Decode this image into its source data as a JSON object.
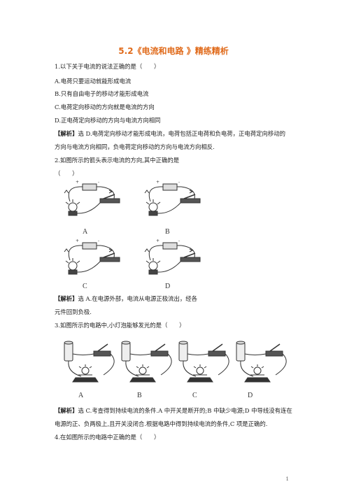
{
  "title": "5.2《电流和电路 》精练精析",
  "q1": {
    "stem": "1.以下关于电流的说法正确的是（　　）",
    "options": [
      "A.电荷只要运动就能形成电流",
      "B.只有自由电子的移动才能形成电流",
      "C.电荷定向移动的方向就是电流的方向",
      "D.正电荷定向移动的方向与电流方向相同"
    ],
    "analysis_tag": "【解析】",
    "analysis_line1": "选 D.电荷定向移动才能形成电流，电荷包括正电荷和负电荷，正电荷定向移动的",
    "analysis_line2": "方向与电流方向相同，负电荷定向移动的方向与电流方向相反."
  },
  "q2": {
    "stem": "2.如图所示的箭头表示电流的方向,其中正确的是",
    "paren": "（　　）",
    "labels": [
      "A",
      "B",
      "C",
      "D"
    ],
    "analysis_tag": "【解析】",
    "analysis_line1": "选 A.在电源外部，电流从电源正极流出，经各",
    "analysis_line2": "元件回到负极."
  },
  "q3": {
    "stem": "3.如图所示的电路中,小灯泡能够发光的是（　　）",
    "labels": [
      "A",
      "B",
      "C",
      "D"
    ],
    "analysis_tag": "【解析】",
    "analysis_line1": "选 C.考查得到持续电流的条件.A 中开关是断开的;B 中缺少电源;D 中导线没有连在",
    "analysis_line2": "电源的正、负两极上,且开关没闭合.根据电路中得到持续电流的条件,C 项是正确的."
  },
  "q4": {
    "stem": "4.在如图所示的电路中正确的是（　　）"
  },
  "page_number": "1"
}
